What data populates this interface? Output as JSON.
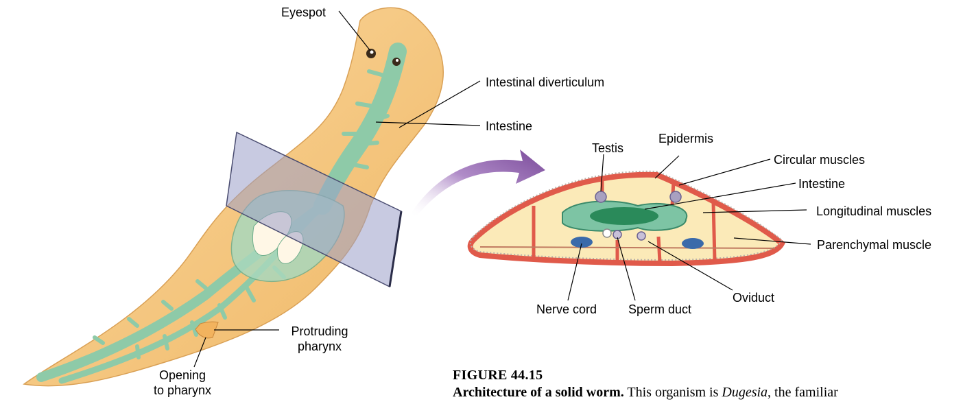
{
  "labels": {
    "eyespot": "Eyespot",
    "intestinal_diverticulum": "Intestinal diverticulum",
    "intestine_worm": "Intestine",
    "protruding_pharynx_1": "Protruding",
    "protruding_pharynx_2": "pharynx",
    "opening_1": "Opening",
    "opening_2": "to pharynx",
    "testis": "Testis",
    "epidermis": "Epidermis",
    "circular_muscles": "Circular muscles",
    "intestine_section": "Intestine",
    "longitudinal_muscles": "Longitudinal  muscles",
    "parenchymal_muscle": "Parenchymal muscle",
    "nerve_cord": "Nerve cord",
    "sperm_duct": "Sperm duct",
    "oviduct": "Oviduct"
  },
  "caption": {
    "number": "FIGURE 44.15",
    "bold": "Architecture of a solid worm.",
    "text_a": " This organism is ",
    "italic": "Dugesia",
    "text_b": ", the familiar"
  },
  "colors": {
    "body": "#f6c983",
    "gut": "#8ecaa8",
    "plane": "#9a9ec8",
    "arrow": "#8a5aa8",
    "muscle": "#e05a4a",
    "parenchyma": "#fbeab8"
  }
}
